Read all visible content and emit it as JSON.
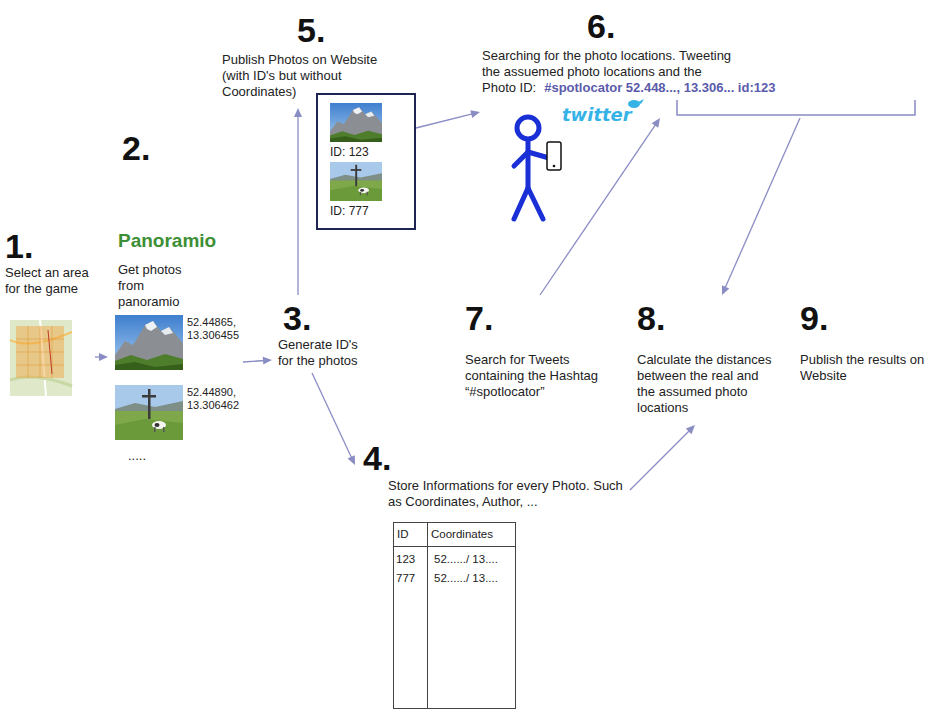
{
  "diagram": {
    "nodes": [
      {
        "text": [
          "1.",
          "Select an area for the game"
        ]
      },
      {
        "text": [
          "2.",
          "Panoramio",
          "Get photos from panoramio"
        ]
      },
      {
        "text": [
          "3.",
          "Generate ID's for the photos"
        ]
      },
      {
        "text": [
          "4.",
          "Store Informations for every Photo. Such as Coordinates, Author, ..."
        ]
      },
      {
        "text": [
          "5.",
          "Publish Photos on Website (with ID's but without Coordinates)"
        ]
      },
      {
        "text": [
          "ID: 123",
          "ID: 777"
        ]
      },
      {
        "text": [
          "6.",
          "Searching for the photo locations. Tweeting the assuemed photo locations and the Photo ID:",
          "#spotlocator 52.448..., 13.306... id:123"
        ]
      },
      {
        "text": [
          "7.",
          "Search for Tweets containing the Hashtag “#spotlocator”"
        ]
      },
      {
        "text": [
          "8.",
          "Calculate the distances between the real and the assumed photo locations"
        ]
      },
      {
        "text": [
          "9.",
          "Publish the results on Website"
        ]
      }
    ],
    "edges": [
      {
        "from": 0,
        "to": 1,
        "arrow": "to"
      },
      {
        "from": 1,
        "to": 2,
        "arrow": "to"
      },
      {
        "from": 2,
        "to": 4,
        "arrow": "to"
      },
      {
        "from": 2,
        "to": 3,
        "arrow": "to"
      },
      {
        "from": 5,
        "to": 6,
        "arrow": "to"
      },
      {
        "from": 7,
        "to": 6,
        "arrow": "to"
      },
      {
        "from": 6,
        "to": 8,
        "arrow": "to"
      },
      {
        "from": 3,
        "to": 8,
        "arrow": "to"
      }
    ],
    "labels": [
      "52.44865, 13.306455",
      "52.44890, 13.306462",
      ".....",
      "twitter",
      "ID",
      "Coordinates",
      "123",
      "52....../ 13....",
      "777",
      "52....../ 13...."
    ]
  }
}
